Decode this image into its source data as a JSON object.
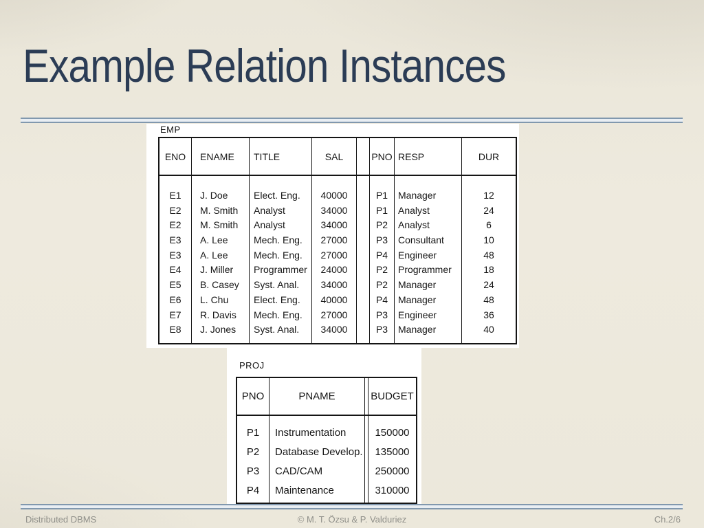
{
  "slide": {
    "title": "Example Relation Instances",
    "footer": {
      "left": "Distributed DBMS",
      "center": "© M. T. Özsu & P. Valduriez",
      "right": "Ch.2/6"
    }
  },
  "colors": {
    "paper": "#ece8db",
    "panel": "#ffffff",
    "title_text": "#2b3c55",
    "separator_blue": "#8198ae",
    "table_ink": "#151515",
    "footer_text": "#8f8f89"
  },
  "emp_table": {
    "label": "EMP",
    "headers": [
      "ENO",
      "ENAME",
      "TITLE",
      "SAL",
      "PNO",
      "RESP",
      "DUR"
    ],
    "rows": [
      [
        "E1",
        "J. Doe",
        "Elect. Eng.",
        "40000",
        "P1",
        "Manager",
        "12"
      ],
      [
        "E2",
        "M. Smith",
        "Analyst",
        "34000",
        "P1",
        "Analyst",
        "24"
      ],
      [
        "E2",
        "M. Smith",
        "Analyst",
        "34000",
        "P2",
        "Analyst",
        "6"
      ],
      [
        "E3",
        "A. Lee",
        "Mech. Eng.",
        "27000",
        "P3",
        "Consultant",
        "10"
      ],
      [
        "E3",
        "A. Lee",
        "Mech. Eng.",
        "27000",
        "P4",
        "Engineer",
        "48"
      ],
      [
        "E4",
        "J. Miller",
        "Programmer",
        "24000",
        "P2",
        "Programmer",
        "18"
      ],
      [
        "E5",
        "B. Casey",
        "Syst. Anal.",
        "34000",
        "P2",
        "Manager",
        "24"
      ],
      [
        "E6",
        "L. Chu",
        "Elect. Eng.",
        "40000",
        "P4",
        "Manager",
        "48"
      ],
      [
        "E7",
        "R. Davis",
        "Mech. Eng.",
        "27000",
        "P3",
        "Engineer",
        "36"
      ],
      [
        "E8",
        "J. Jones",
        "Syst. Anal.",
        "34000",
        "P3",
        "Manager",
        "40"
      ]
    ]
  },
  "proj_table": {
    "label": "PROJ",
    "headers": [
      "PNO",
      "PNAME",
      "BUDGET"
    ],
    "rows": [
      [
        "P1",
        "Instrumentation",
        "150000"
      ],
      [
        "P2",
        "Database Develop.",
        "135000"
      ],
      [
        "P3",
        "CAD/CAM",
        "250000"
      ],
      [
        "P4",
        "Maintenance",
        "310000"
      ]
    ]
  }
}
